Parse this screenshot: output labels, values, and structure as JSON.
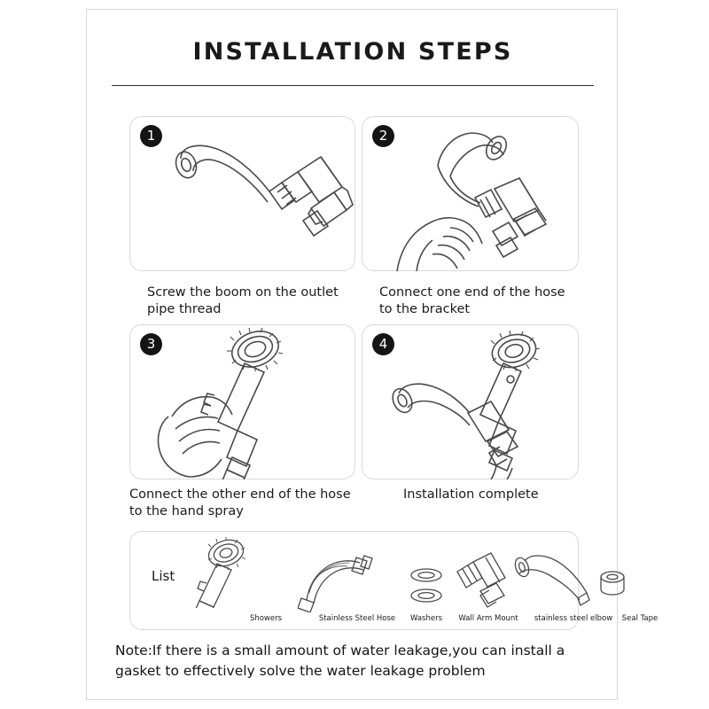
{
  "document": {
    "title": "INSTALLATION STEPS",
    "note": "Note:If there is a small amount of water leakage,you can install a gasket to effectively solve the water leakage problem"
  },
  "steps": [
    {
      "number": "1",
      "caption": "Screw the boom on the outlet pipe thread"
    },
    {
      "number": "2",
      "caption": "Connect one end of the hose to the bracket"
    },
    {
      "number": "3",
      "caption": "Connect the other end of the hose to the hand spray"
    },
    {
      "number": "4",
      "caption": "Installation complete"
    }
  ],
  "parts_list": {
    "label": "List",
    "items": [
      {
        "name": "Showers"
      },
      {
        "name": "Stainless Steel Hose"
      },
      {
        "name": "Washers"
      },
      {
        "name": "Wall Arm Mount"
      },
      {
        "name": "stainless steel elbow"
      },
      {
        "name": "Seal Tape"
      }
    ]
  },
  "colors": {
    "ink": "#1a1a1a",
    "line": "#4a4a4a",
    "card_border": "#d9d9d9",
    "badge_bg": "#141414",
    "badge_fg": "#ffffff",
    "page_bg": "#ffffff"
  }
}
